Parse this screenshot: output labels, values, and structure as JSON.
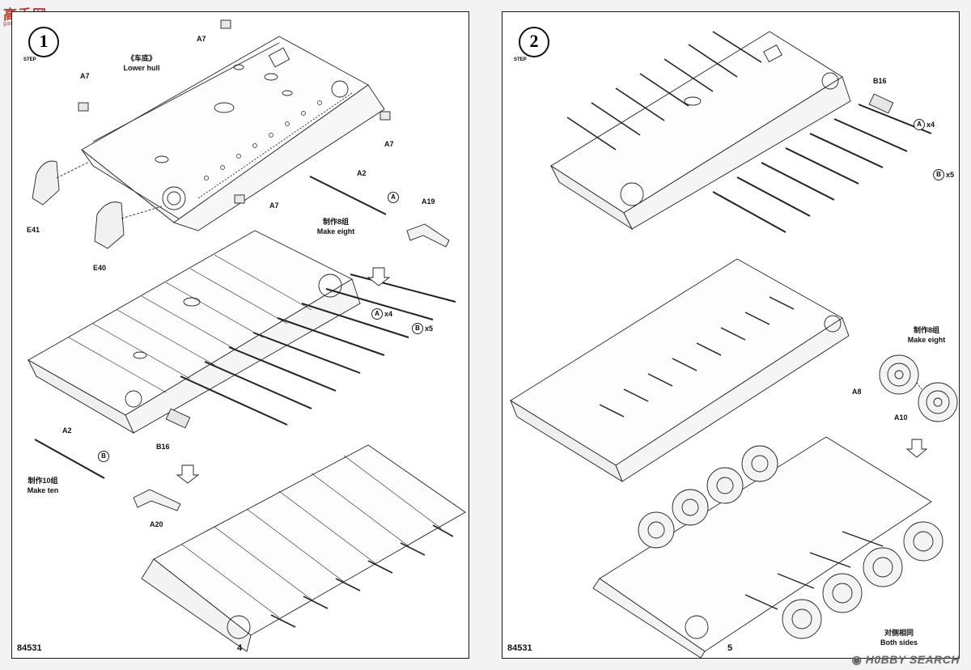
{
  "watermark_top": {
    "cn": "高手网",
    "url": "gao-shou.com"
  },
  "watermark_bottom": {
    "icon": "hobby-search-icon",
    "text": "H0BBY SEARCH"
  },
  "left_page": {
    "step_number": "1",
    "step_word": "STEP",
    "page_code": "84531",
    "page_number": "4",
    "labels": {
      "lower_hull_cn": "《车底》",
      "lower_hull_en": "Lower hull",
      "a7_1": "A7",
      "a7_2": "A7",
      "a7_3": "A7",
      "a7_4": "A7",
      "e41": "E41",
      "e40": "E40",
      "a2_top": "A2",
      "a19": "A19",
      "make_eight_cn": "制作8组",
      "make_eight_en": "Make eight",
      "callout_a": "A",
      "callout_a_count": "x4",
      "callout_b": "B",
      "callout_b_count": "x5",
      "b16": "B16",
      "a2_bottom": "A2",
      "make_ten_cn": "制作10组",
      "make_ten_en": "Make ten",
      "a20": "A20",
      "sub_a": "A",
      "sub_b": "B"
    }
  },
  "right_page": {
    "step_number": "2",
    "step_word": "STEP",
    "page_code": "84531",
    "page_number": "5",
    "labels": {
      "b16": "B16",
      "callout_a": "A",
      "callout_a_count": "x4",
      "callout_b": "B",
      "callout_b_count": "x5",
      "make_eight_cn": "制作8组",
      "make_eight_en": "Make eight",
      "a8": "A8",
      "a10": "A10",
      "both_sides_cn": "对侧相同",
      "both_sides_en": "Both sides"
    }
  }
}
